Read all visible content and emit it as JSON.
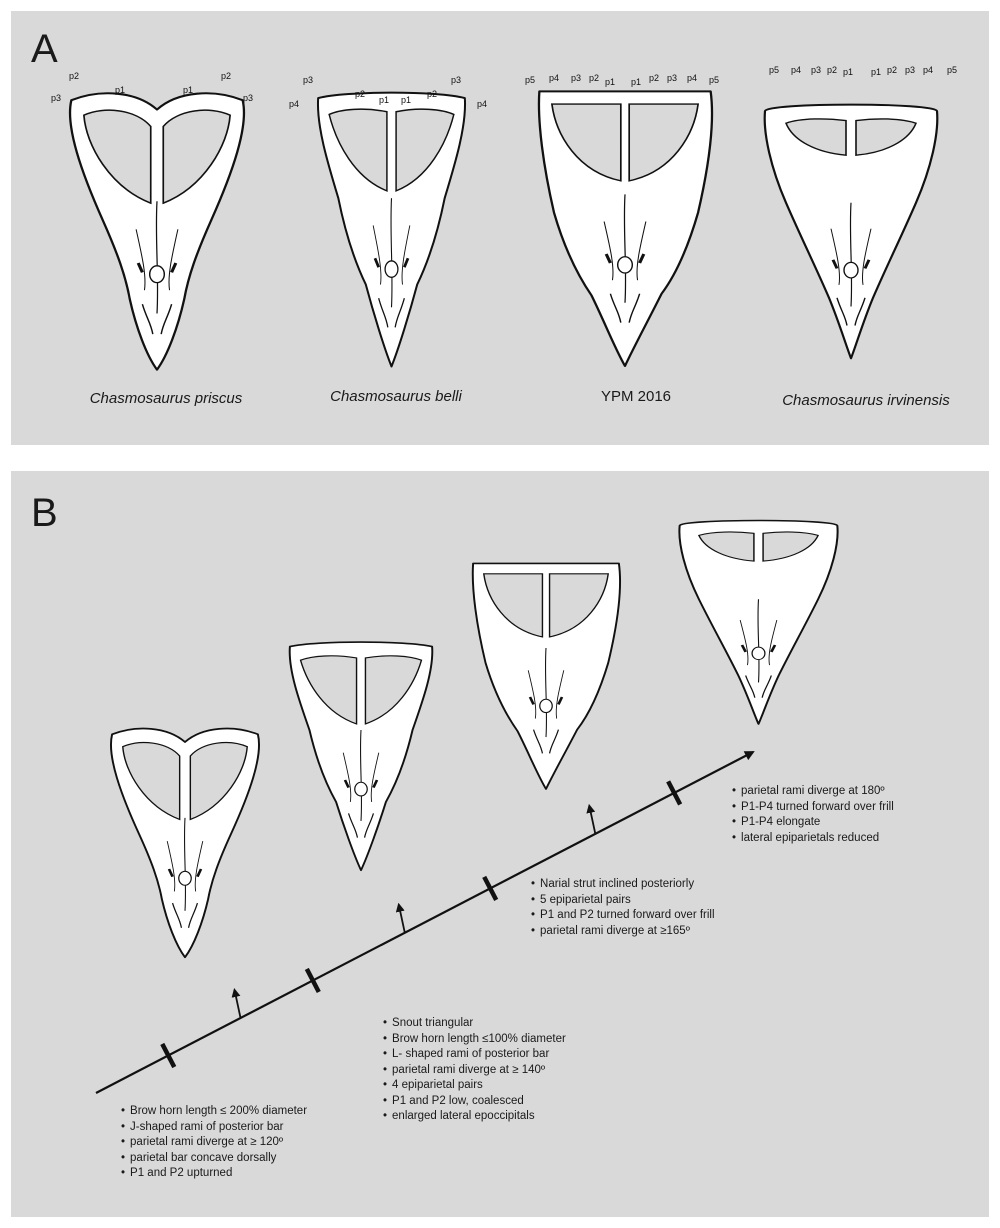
{
  "panelA": {
    "letter": "A",
    "specimens": [
      {
        "caption": "Chasmosaurus priscus",
        "italic": true,
        "labels": [
          "p3",
          "p2",
          "p1",
          "p1",
          "p2",
          "p3"
        ]
      },
      {
        "caption": "Chasmosaurus belli",
        "italic": true,
        "labels": [
          "p4",
          "p3",
          "p2",
          "p1",
          "p1",
          "p2",
          "p3",
          "p4"
        ]
      },
      {
        "caption": "YPM 2016",
        "italic": false,
        "labels": [
          "p5",
          "p4",
          "p3",
          "p2",
          "p1",
          "p1",
          "p2",
          "p3",
          "p4",
          "p5"
        ]
      },
      {
        "caption": "Chasmosaurus irvinensis",
        "italic": true,
        "labels": [
          "p5",
          "p4",
          "p3",
          "p2",
          "p1",
          "p1",
          "p2",
          "p3",
          "p4",
          "p5"
        ]
      }
    ]
  },
  "panelB": {
    "letter": "B",
    "groups": [
      {
        "items": [
          "Brow horn length    ≤ 200% diameter",
          "J-shaped rami of posterior bar",
          "parietal rami diverge at ≥ 120º",
          "parietal bar concave dorsally",
          "P1 and P2 upturned"
        ]
      },
      {
        "items": [
          "Snout triangular",
          "Brow horn length ≤100% diameter",
          "L- shaped rami of posterior bar",
          "parietal rami diverge at ≥ 140º",
          "4 epiparietal pairs",
          "P1 and P2 low, coalesced",
          "enlarged lateral epoccipitals"
        ]
      },
      {
        "items": [
          "Narial strut inclined posteriorly",
          "5 epiparietal pairs",
          "P1 and P2 turned forward over frill",
          "parietal rami diverge at ≥165º"
        ]
      },
      {
        "items": [
          "parietal rami diverge at 180º",
          "P1-P4 turned forward over frill",
          "P1-P4 elongate",
          "lateral epiparietals reduced"
        ]
      }
    ]
  },
  "colors": {
    "panel": "#d9d9d9",
    "outline": "#111111",
    "fill": "#ffffff",
    "fenestra": "#d9d9d9"
  }
}
